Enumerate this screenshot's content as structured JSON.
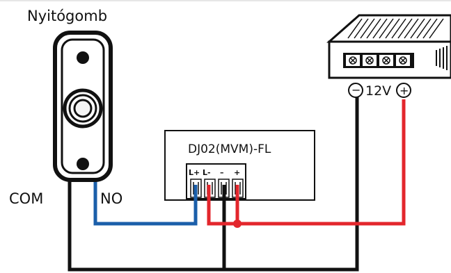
{
  "button": {
    "label": "Nyitógomb",
    "terminal_com": "COM",
    "terminal_no": "NO"
  },
  "controller": {
    "label": "DJ02(MVM)-FL",
    "pins": [
      "L+",
      "L-",
      "–",
      "+"
    ]
  },
  "power_supply": {
    "voltage_label": "12V",
    "minus_symbol": "−",
    "plus_symbol": "+"
  },
  "colors": {
    "wire_black": "#111111",
    "wire_red": "#e3262c",
    "wire_blue": "#1b5faa"
  }
}
